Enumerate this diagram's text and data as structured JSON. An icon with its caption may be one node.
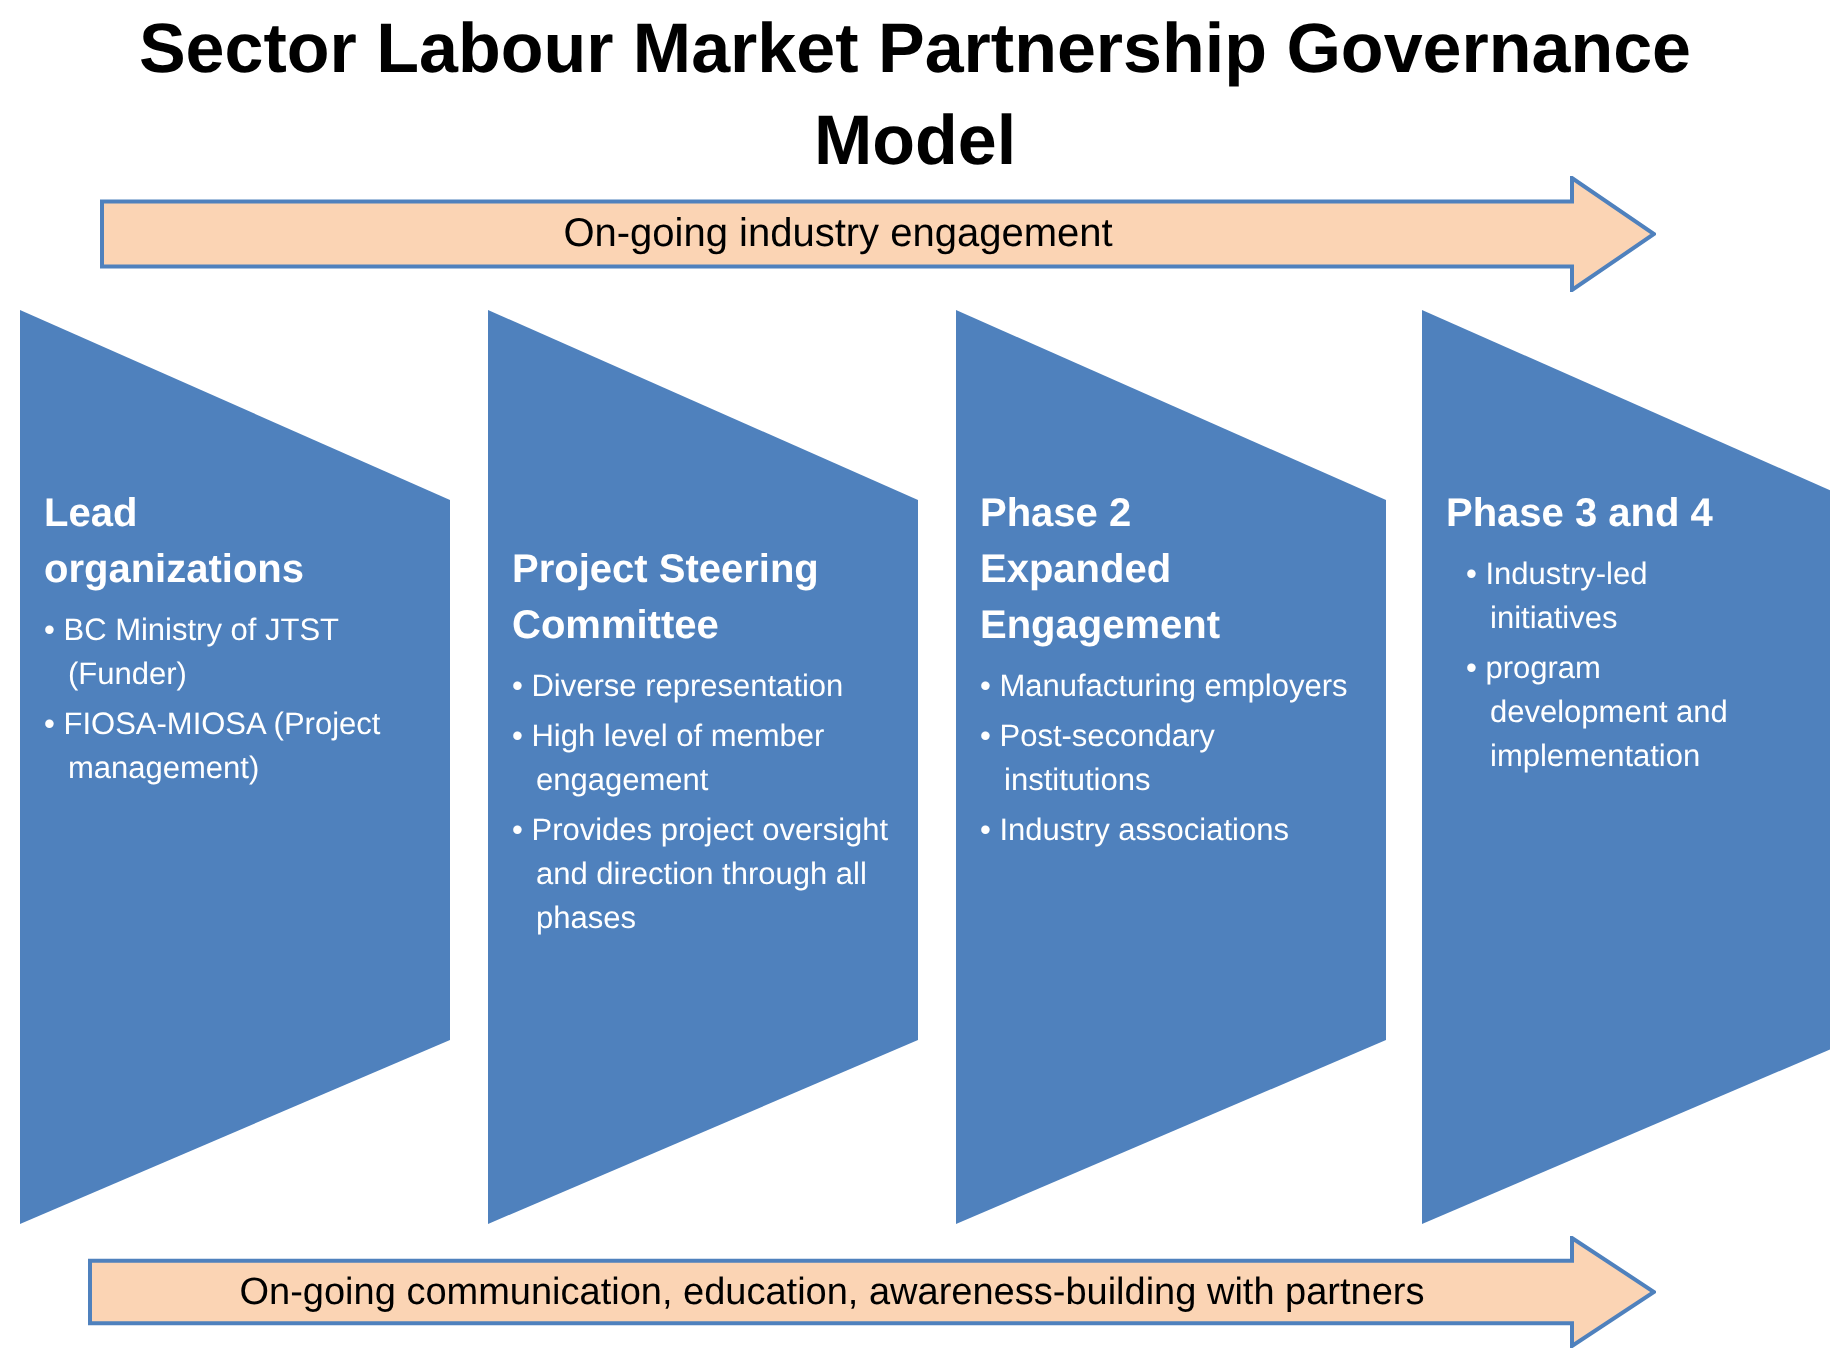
{
  "diagram": {
    "title": "Sector Labour Market Partnership Governance Model",
    "nodes": [
      {
        "text": [
          "On-going industry engagement"
        ]
      },
      {
        "text": [
          "Lead organizations",
          "• BC Ministry of JTST (Funder)",
          "• FIOSA-MIOSA (Project management)"
        ]
      },
      {
        "text": [
          "Project Steering Committee",
          "• Diverse representation",
          "• High level of member engagement",
          "• Provides project oversight and direction through all phases"
        ]
      },
      {
        "text": [
          "Phase 2 Expanded Engagement",
          "• Manufacturing employers",
          "• Post-secondary institutions",
          "• Industry associations"
        ]
      },
      {
        "text": [
          "Phase 3 and 4",
          "• Industry-led initiatives",
          "• program development and implementation"
        ]
      },
      {
        "text": [
          "On-going communication, education, awareness-building with partners"
        ]
      }
    ],
    "edges": []
  }
}
